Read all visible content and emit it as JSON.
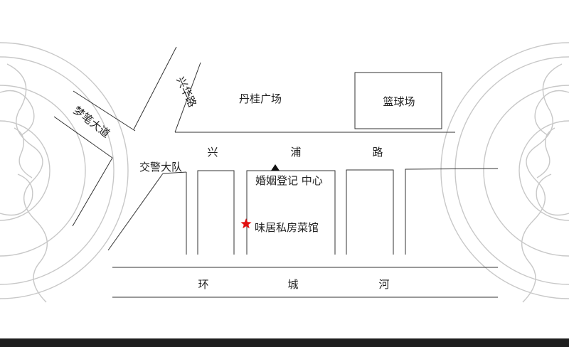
{
  "map": {
    "roads": {
      "xinghua_lu": "兴华路",
      "mengbi_dadao": "梦笔大道",
      "xingpu_lu": [
        "兴",
        "浦",
        "路"
      ],
      "huancheng_he": [
        "环",
        "城",
        "河"
      ]
    },
    "places": {
      "danggui_square": "丹桂广场",
      "basketball_court": "篮球场",
      "traffic_police": "交警大队",
      "marriage_registry": "婚姻登记 中心",
      "restaurant": "味居私房菜馆"
    },
    "markers": {
      "registry_marker_color": "#111111",
      "restaurant_marker_color": "#e01010"
    },
    "decoration": {
      "frame_color": "#c8c8c8"
    }
  }
}
